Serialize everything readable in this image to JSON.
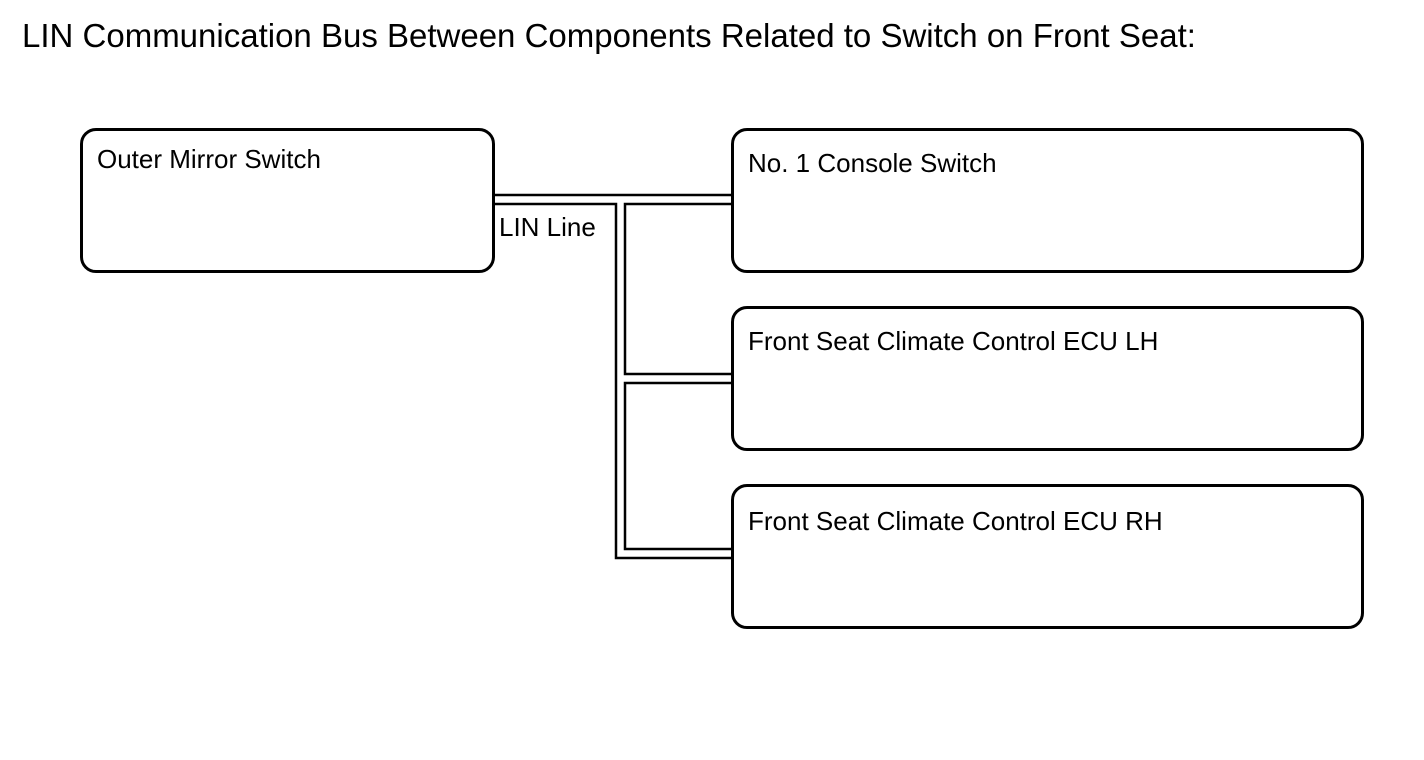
{
  "title": "LIN Communication Bus Between Components Related to Switch on Front Seat:",
  "components": {
    "outer_mirror_switch": "Outer Mirror Switch",
    "no1_console_switch": "No. 1 Console Switch",
    "front_seat_climate_lh": "Front Seat Climate Control ECU LH",
    "front_seat_climate_rh": "Front Seat Climate Control ECU RH"
  },
  "bus_label": "LIN Line",
  "colors": {
    "line": "#000000",
    "background": "#ffffff"
  }
}
